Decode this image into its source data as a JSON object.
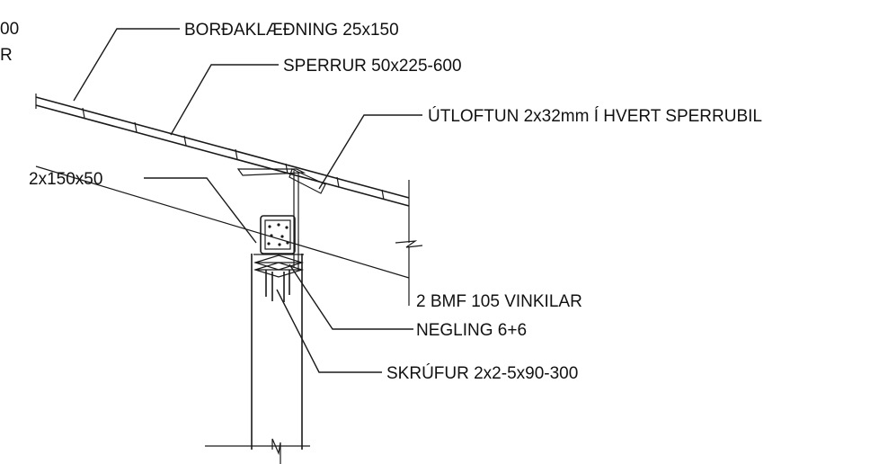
{
  "labels": {
    "edge_top": "00",
    "edge_bottom": "R",
    "sheathing": "BORÐAKLÆÐNING 25x150",
    "rafters": "SPERRUR 50x225-600",
    "ventilation": "ÚTLOFTUN 2x32mm Í HVERT SPERRUBIL",
    "plate": "2x150x50",
    "angles": "2 BMF 105 VINKILAR",
    "nailing": "NEGLING 6+6",
    "screws": "SKRÚFUR 2x2-5x90-300"
  },
  "colors": {
    "line": "#1a1a1a",
    "text": "#111111",
    "background": "#ffffff"
  }
}
